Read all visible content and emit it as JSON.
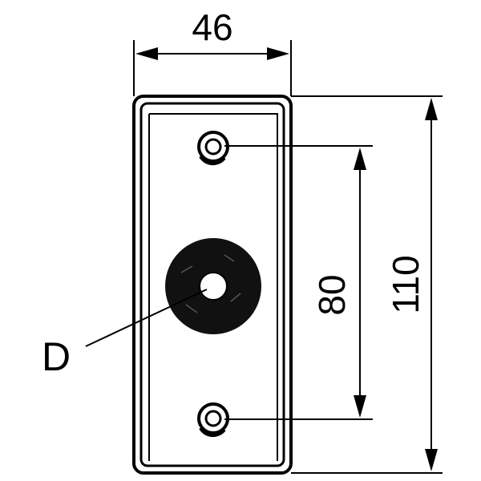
{
  "drawing": {
    "dimensions": {
      "width": "46",
      "hole_spacing": "80",
      "height": "110"
    },
    "callout": {
      "label": "D"
    }
  }
}
